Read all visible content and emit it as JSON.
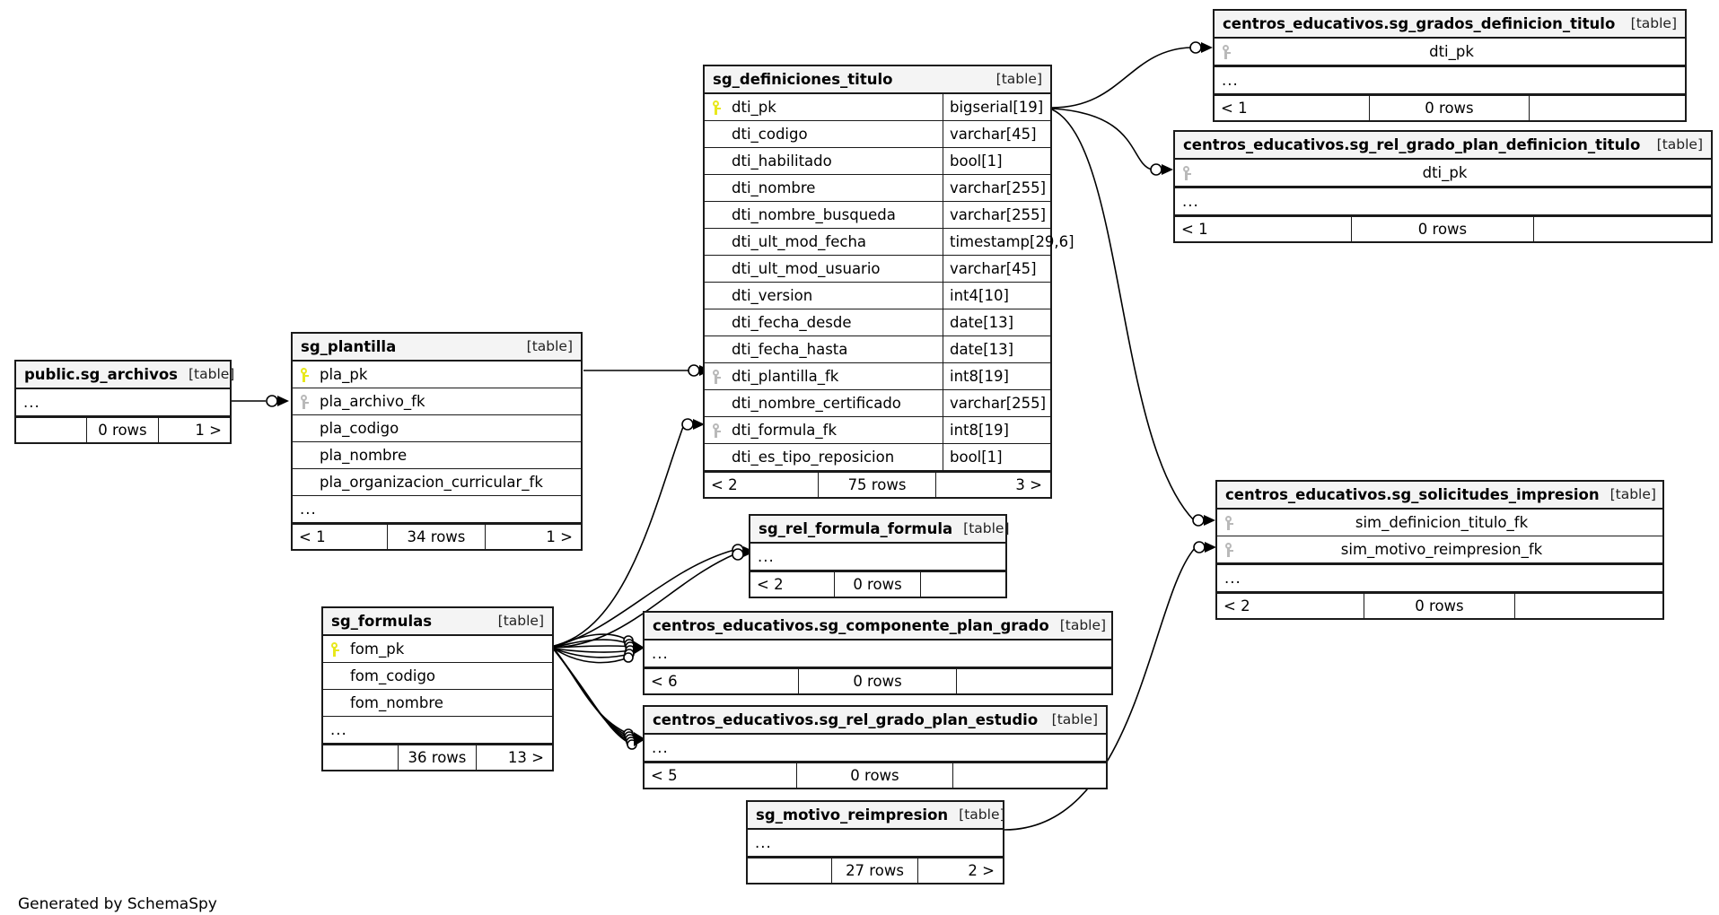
{
  "footer": {
    "credit": "Generated by SchemaSpy"
  },
  "labels": {
    "table_tag": "[table]",
    "ellipsis": "...",
    "key_pk": "primary-key-icon",
    "key_fk": "foreign-key-icon"
  },
  "colors": {
    "pk_key": "#e8e81c",
    "fk_key": "#b9b9b9",
    "header_bg": "#f4f4f4",
    "border": "#1a1a1a",
    "background": "#ffffff"
  },
  "tables": [
    {
      "id": "sg_definiciones_titulo",
      "title": "sg_definiciones_titulo",
      "tag": "[table]",
      "columns": [
        {
          "name": "dti_pk",
          "type": "bigserial[19]",
          "key": "pk"
        },
        {
          "name": "dti_codigo",
          "type": "varchar[45]",
          "key": null
        },
        {
          "name": "dti_habilitado",
          "type": "bool[1]",
          "key": null
        },
        {
          "name": "dti_nombre",
          "type": "varchar[255]",
          "key": null
        },
        {
          "name": "dti_nombre_busqueda",
          "type": "varchar[255]",
          "key": null
        },
        {
          "name": "dti_ult_mod_fecha",
          "type": "timestamp[29,6]",
          "key": null
        },
        {
          "name": "dti_ult_mod_usuario",
          "type": "varchar[45]",
          "key": null
        },
        {
          "name": "dti_version",
          "type": "int4[10]",
          "key": null
        },
        {
          "name": "dti_fecha_desde",
          "type": "date[13]",
          "key": null
        },
        {
          "name": "dti_fecha_hasta",
          "type": "date[13]",
          "key": null
        },
        {
          "name": "dti_plantilla_fk",
          "type": "int8[19]",
          "key": "fk"
        },
        {
          "name": "dti_nombre_certificado",
          "type": "varchar[255]",
          "key": null
        },
        {
          "name": "dti_formula_fk",
          "type": "int8[19]",
          "key": "fk"
        },
        {
          "name": "dti_es_tipo_reposicion",
          "type": "bool[1]",
          "key": null
        }
      ],
      "footer": {
        "left": "< 2",
        "center": "75 rows",
        "right": "3 >"
      }
    },
    {
      "id": "sg_grados_definicion_titulo",
      "title": "centros_educativos.sg_grados_definicion_titulo",
      "tag": "[table]",
      "columns": [
        {
          "name": "dti_pk",
          "type": null,
          "key": "fk"
        }
      ],
      "has_ellipsis": true,
      "footer": {
        "left": "< 1",
        "center": "0 rows",
        "right": ""
      }
    },
    {
      "id": "sg_rel_grado_plan_definicion_titulo",
      "title": "centros_educativos.sg_rel_grado_plan_definicion_titulo",
      "tag": "[table]",
      "columns": [
        {
          "name": "dti_pk",
          "type": null,
          "key": "fk"
        }
      ],
      "has_ellipsis": true,
      "footer": {
        "left": "< 1",
        "center": "0 rows",
        "right": ""
      }
    },
    {
      "id": "sg_solicitudes_impresion",
      "title": "centros_educativos.sg_solicitudes_impresion",
      "tag": "[table]",
      "columns": [
        {
          "name": "sim_definicion_titulo_fk",
          "type": null,
          "key": "fk"
        },
        {
          "name": "sim_motivo_reimpresion_fk",
          "type": null,
          "key": "fk"
        }
      ],
      "has_ellipsis": true,
      "footer": {
        "left": "< 2",
        "center": "0 rows",
        "right": ""
      }
    },
    {
      "id": "sg_archivos",
      "title": "public.sg_archivos",
      "tag": "[table]",
      "columns": [],
      "has_ellipsis": true,
      "footer": {
        "left": "",
        "center": "0 rows",
        "right": "1 >"
      }
    },
    {
      "id": "sg_plantilla",
      "title": "sg_plantilla",
      "tag": "[table]",
      "columns": [
        {
          "name": "pla_pk",
          "type": null,
          "key": "pk"
        },
        {
          "name": "pla_archivo_fk",
          "type": null,
          "key": "fk"
        },
        {
          "name": "pla_codigo",
          "type": null,
          "key": null
        },
        {
          "name": "pla_nombre",
          "type": null,
          "key": null
        },
        {
          "name": "pla_organizacion_curricular_fk",
          "type": null,
          "key": null
        }
      ],
      "has_ellipsis": true,
      "footer": {
        "left": "< 1",
        "center": "34 rows",
        "right": "1 >"
      }
    },
    {
      "id": "sg_formulas",
      "title": "sg_formulas",
      "tag": "[table]",
      "columns": [
        {
          "name": "fom_pk",
          "type": null,
          "key": "pk"
        },
        {
          "name": "fom_codigo",
          "type": null,
          "key": null
        },
        {
          "name": "fom_nombre",
          "type": null,
          "key": null
        }
      ],
      "has_ellipsis": true,
      "footer": {
        "left": "",
        "center": "36 rows",
        "right": "13 >"
      }
    },
    {
      "id": "sg_rel_formula_formula",
      "title": "sg_rel_formula_formula",
      "tag": "[table]",
      "columns": [],
      "has_ellipsis": true,
      "footer": {
        "left": "< 2",
        "center": "0 rows",
        "right": ""
      }
    },
    {
      "id": "sg_componente_plan_grado",
      "title": "centros_educativos.sg_componente_plan_grado",
      "tag": "[table]",
      "columns": [],
      "has_ellipsis": true,
      "footer": {
        "left": "< 6",
        "center": "0 rows",
        "right": ""
      }
    },
    {
      "id": "sg_rel_grado_plan_estudio",
      "title": "centros_educativos.sg_rel_grado_plan_estudio",
      "tag": "[table]",
      "columns": [],
      "has_ellipsis": true,
      "footer": {
        "left": "< 5",
        "center": "0 rows",
        "right": ""
      }
    },
    {
      "id": "sg_motivo_reimpresion",
      "title": "sg_motivo_reimpresion",
      "tag": "[table]",
      "columns": [],
      "has_ellipsis": true,
      "footer": {
        "left": "",
        "center": "27 rows",
        "right": "2 >"
      }
    }
  ]
}
